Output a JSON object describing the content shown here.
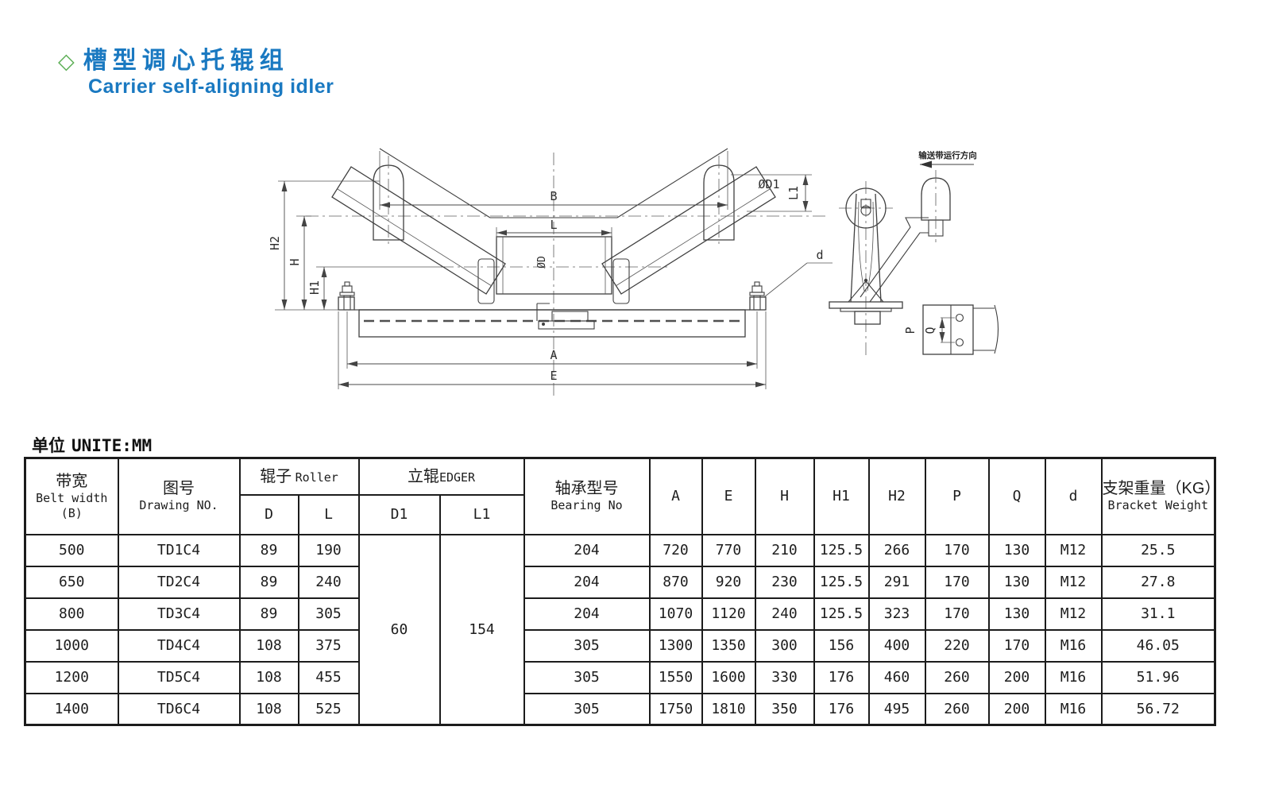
{
  "page": {
    "title_zh": "槽型调心托辊组",
    "title_en": "Carrier self-aligning idler",
    "units_zh": "单位",
    "units_en": "UNITE:MM",
    "accent_blue": "#1a79c1",
    "accent_green": "#5aad53"
  },
  "drawing": {
    "direction_note": "输送带运行方向",
    "labels": {
      "b": "B",
      "l": "L",
      "dia_d": "ØD",
      "dia_d1": "ØD1",
      "l1": "L1",
      "h2": "H2",
      "h": "H",
      "h1": "H1",
      "a": "A",
      "e": "E",
      "d": "d",
      "p": "P",
      "q": "Q"
    }
  },
  "table": {
    "headers": {
      "belt_width_zh": "带宽",
      "belt_width_en": "Belt width",
      "belt_width_sub": "(B)",
      "drawing_no_zh": "图号",
      "drawing_no_en": "Drawing NO.",
      "roller_zh": "辊子",
      "roller_en": "Roller",
      "edger_zh": "立辊",
      "edger_en": "EDGER",
      "d": "D",
      "l": "L",
      "d1": "D1",
      "l1": "L1",
      "bearing_zh": "轴承型号",
      "bearing_en": "Bearing No",
      "a": "A",
      "e": "E",
      "h": "H",
      "h1": "H1",
      "h2": "H2",
      "p": "P",
      "q": "Q",
      "dd": "d",
      "weight_zh": "支架重量（KG）",
      "weight_en": "Bracket Weight"
    },
    "merged": {
      "d1": "60",
      "l1": "154"
    },
    "rows": [
      [
        "500",
        "TD1C4",
        "89",
        "190",
        "204",
        "720",
        "770",
        "210",
        "125.5",
        "266",
        "170",
        "130",
        "M12",
        "25.5"
      ],
      [
        "650",
        "TD2C4",
        "89",
        "240",
        "204",
        "870",
        "920",
        "230",
        "125.5",
        "291",
        "170",
        "130",
        "M12",
        "27.8"
      ],
      [
        "800",
        "TD3C4",
        "89",
        "305",
        "204",
        "1070",
        "1120",
        "240",
        "125.5",
        "323",
        "170",
        "130",
        "M12",
        "31.1"
      ],
      [
        "1000",
        "TD4C4",
        "108",
        "375",
        "305",
        "1300",
        "1350",
        "300",
        "156",
        "400",
        "220",
        "170",
        "M16",
        "46.05"
      ],
      [
        "1200",
        "TD5C4",
        "108",
        "455",
        "305",
        "1550",
        "1600",
        "330",
        "176",
        "460",
        "260",
        "200",
        "M16",
        "51.96"
      ],
      [
        "1400",
        "TD6C4",
        "108",
        "525",
        "305",
        "1750",
        "1810",
        "350",
        "176",
        "495",
        "260",
        "200",
        "M16",
        "56.72"
      ]
    ]
  }
}
